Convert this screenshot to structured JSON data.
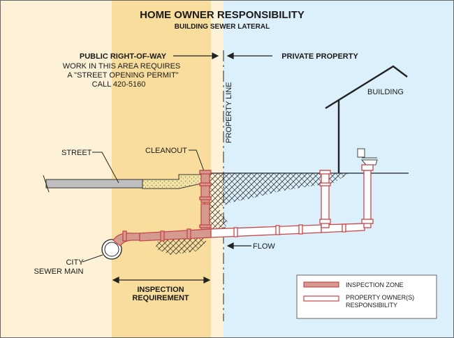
{
  "title": "HOME OWNER RESPONSIBILITY",
  "subtitle": "BUILDING SEWER LATERAL",
  "public_row": {
    "heading": "PUBLIC RIGHT-OF-WAY",
    "line1": "WORK IN THIS AREA REQUIRES",
    "line2": "A \"STREET OPENING PERMIT\"",
    "line3": "CALL 420-5160"
  },
  "private_property": "PRIVATE PROPERTY",
  "property_line": "PROPERTY LINE",
  "building": "BUILDING",
  "street": "STREET",
  "cleanout": "CLEANOUT",
  "city_sewer_main": {
    "line1": "CITY",
    "line2": "SEWER MAIN"
  },
  "flow": "FLOW",
  "inspection_requirement": {
    "line1": "INSPECTION",
    "line2": "REQUIREMENT"
  },
  "legend": {
    "inspection_zone": "INSPECTION ZONE",
    "owner_line1": "PROPERTY OWNER(S)",
    "owner_line2": "RESPONSIBILITY"
  },
  "colors": {
    "public_zone": "#fdf1d7",
    "inspection_zone_band": "#f8dd9c",
    "private_zone": "#dcf0fc",
    "inspection_pipe": "#d49a90",
    "pipe_outline": "#c8464a",
    "owner_pipe_fill": "#ffffff"
  }
}
